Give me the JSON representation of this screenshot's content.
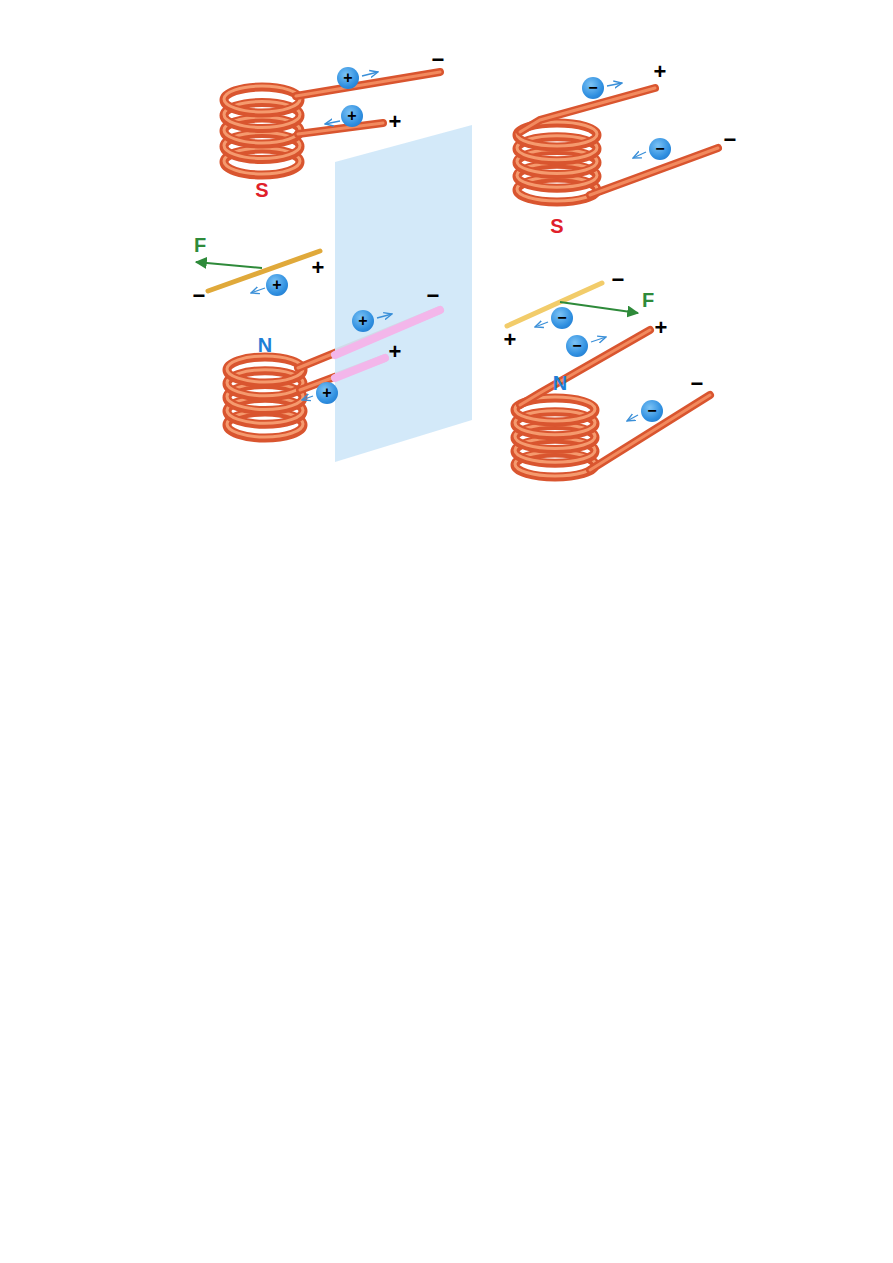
{
  "diagram": {
    "nodes": [
      {
        "text": [
          "+"
        ]
      },
      {
        "text": [
          "+"
        ]
      },
      {
        "text": [
          "+"
        ]
      },
      {
        "text": [
          "+"
        ]
      },
      {
        "text": [
          "+"
        ]
      },
      {
        "text": [
          "−"
        ]
      },
      {
        "text": [
          "−"
        ]
      },
      {
        "text": [
          "−"
        ]
      },
      {
        "text": [
          "−"
        ]
      },
      {
        "text": [
          "−"
        ]
      }
    ],
    "labels": [
      "−",
      "+",
      "S",
      "+",
      "−",
      "S",
      "F",
      "+",
      "−",
      "−",
      "+",
      "N",
      "−",
      "F",
      "+",
      "+",
      "N",
      "−"
    ]
  }
}
